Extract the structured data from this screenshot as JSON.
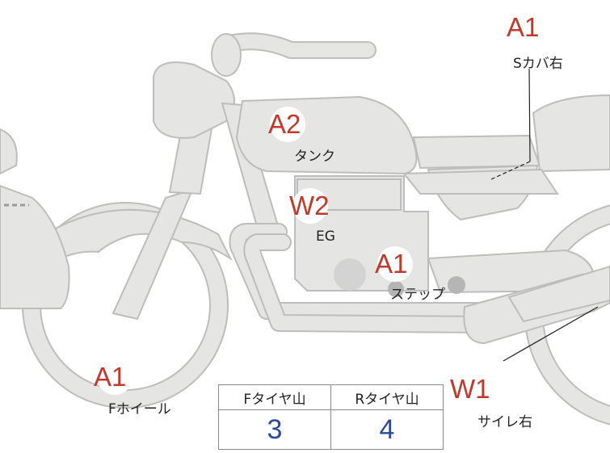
{
  "points": [
    {
      "id": "s-cover-right",
      "code": "A1",
      "label": "Sカバ右"
    },
    {
      "id": "tank",
      "code": "A2",
      "label": "タンク"
    },
    {
      "id": "engine",
      "code": "W2",
      "label": "EG"
    },
    {
      "id": "step",
      "code": "A1",
      "label": "ステップ"
    },
    {
      "id": "front-wheel",
      "code": "A1",
      "label": "Fホイール"
    },
    {
      "id": "muffler-right",
      "code": "W1",
      "label": "サイレ右"
    }
  ],
  "tire_tread": {
    "headers": [
      "Fタイヤ山",
      "Rタイヤ山"
    ],
    "values": [
      "3",
      "4"
    ]
  },
  "colors": {
    "code_text": "#c0392b",
    "value_text": "#2b4a9a",
    "body_fill": "#e5e5e3",
    "body_outline": "#bdbdbb"
  }
}
